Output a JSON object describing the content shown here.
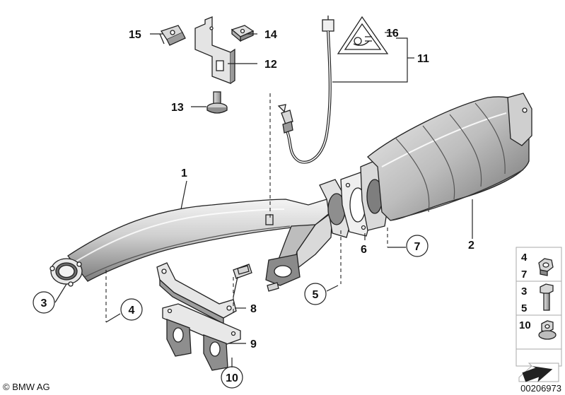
{
  "diagram": {
    "callouts": {
      "c1": "1",
      "c2": "2",
      "c3": "3",
      "c4": "4",
      "c5": "5",
      "c6": "6",
      "c7": "7",
      "c8": "8",
      "c9": "9",
      "c10": "10",
      "c11": "11",
      "c12": "12",
      "c13": "13",
      "c14": "14",
      "c15": "15",
      "c16": "16"
    },
    "legend": [
      {
        "labels": [
          "4",
          "7"
        ],
        "icon": "hex-nut-icon"
      },
      {
        "labels": [
          "3",
          "5"
        ],
        "icon": "hex-bolt-icon"
      },
      {
        "labels": [
          "10"
        ],
        "icon": "flange-nut-icon"
      }
    ],
    "copyright": "© BMW AG",
    "image_number": "00206973",
    "colors": {
      "ink": "#222222",
      "shade": "#9a9a9a",
      "light": "#e6e6e6",
      "mid": "#c4c4c4"
    }
  }
}
